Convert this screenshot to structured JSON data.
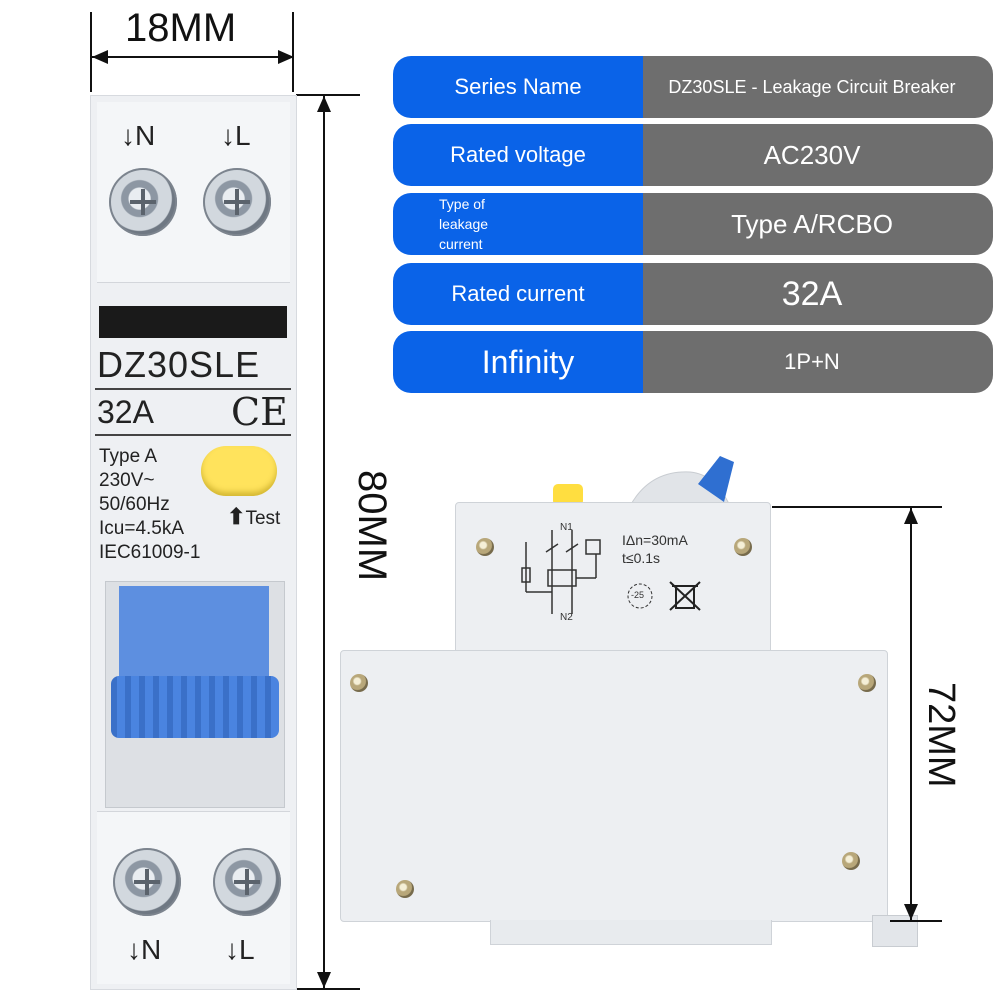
{
  "dimensions": {
    "width_label": "18MM",
    "height_label": "80MM",
    "side_height_label": "72MM"
  },
  "specs": [
    {
      "key": "Series Name",
      "value": "DZ30SLE - Leakage Circuit Breaker"
    },
    {
      "key": "Rated voltage",
      "value": "AC230V"
    },
    {
      "key": "Type of leakage current",
      "value": "Type A/RCBO"
    },
    {
      "key": "Rated current",
      "value": "32A"
    },
    {
      "key": "Infinity",
      "value": "1P+N"
    }
  ],
  "front": {
    "top_left_terminal": "N",
    "top_right_terminal": "L",
    "bottom_left_terminal": "N",
    "bottom_right_terminal": "L",
    "model": "DZ30SLE",
    "current": "32A",
    "ce_mark": "CE",
    "type": "Type A",
    "voltage": "230V~",
    "frequency": "50/60Hz",
    "icu": "Icu=4.5kA",
    "standard": "IEC61009-1",
    "test_label": "Test"
  },
  "side": {
    "leak_rating": "IΔn=30mA",
    "trip_time": "t≤0.1s",
    "n1_label": "N1",
    "n2_label": "N2",
    "temp_label": "-25"
  },
  "colors": {
    "spec_key_bg": "#0a63e8",
    "spec_value_bg": "#6e6e6e",
    "handle_blue": "#3f79d6",
    "test_button_yellow": "#ffe35c"
  }
}
